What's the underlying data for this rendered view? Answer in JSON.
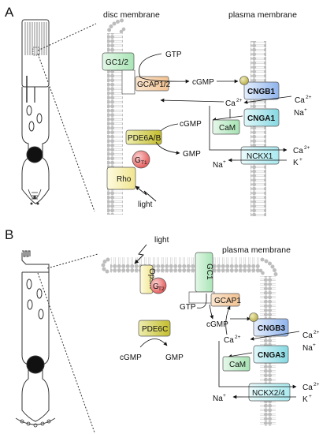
{
  "panel_a": {
    "letter": "A",
    "disc_membrane_label": "disc membrane",
    "plasma_membrane_label": "plasma membrane",
    "gc": "GC1/2",
    "gcap": "GCAP1/2",
    "gtp": "GTP",
    "cgmp_1": "cGMP",
    "cgmp_2": "cGMP",
    "gmp": "GMP",
    "pde": "PDE6A/B",
    "gt_main": "G",
    "gt_sub": "T1",
    "rho": "Rho",
    "light": "light",
    "cngb": "CNGB1",
    "cnga": "CNGA1",
    "cam": "CaM",
    "nckx": "NCKX1",
    "ca_center": "Ca",
    "ca_right_1": "Ca",
    "na_right": "Na",
    "ca_right_2": "Ca",
    "k_right": "K",
    "na_left": "Na",
    "sup_2plus": "2+",
    "sup_plus": "+"
  },
  "panel_b": {
    "letter": "B",
    "plasma_membrane_label": "plasma membrane",
    "light": "light",
    "opsin": "Opsin",
    "gt_main": "G",
    "gt_sub": "T2",
    "gc": "GC1",
    "gcap": "GCAP1",
    "gtp": "GTP",
    "cgmp_1": "cGMP",
    "cgmp_2": "cGMP",
    "gmp": "GMP",
    "pde": "PDE6C",
    "cngb": "CNGB3",
    "cnga": "CNGA3",
    "cam": "CaM",
    "nckx": "NCKX2/4",
    "ca_center": "Ca",
    "ca_right_1": "Ca",
    "na_right": "Na",
    "ca_right_2": "Ca",
    "k_right": "K",
    "na_left": "Na",
    "sup_2plus": "2+",
    "sup_plus": "+"
  },
  "colors": {
    "gc": "#b9ecc4",
    "gcap": "#f7d0a8",
    "pde_a": "#dede86",
    "pde_b": "#c9c238",
    "g_protein": "#ef6d6d",
    "rho": "#f7f0a8",
    "cngb": "#a9c7f2",
    "cnga": "#9ee2ea",
    "cam": "#bdebc6",
    "nckx": "#bfeff2",
    "lipid_head": "#bdbdbd",
    "ligand": "#d8cf7a"
  }
}
